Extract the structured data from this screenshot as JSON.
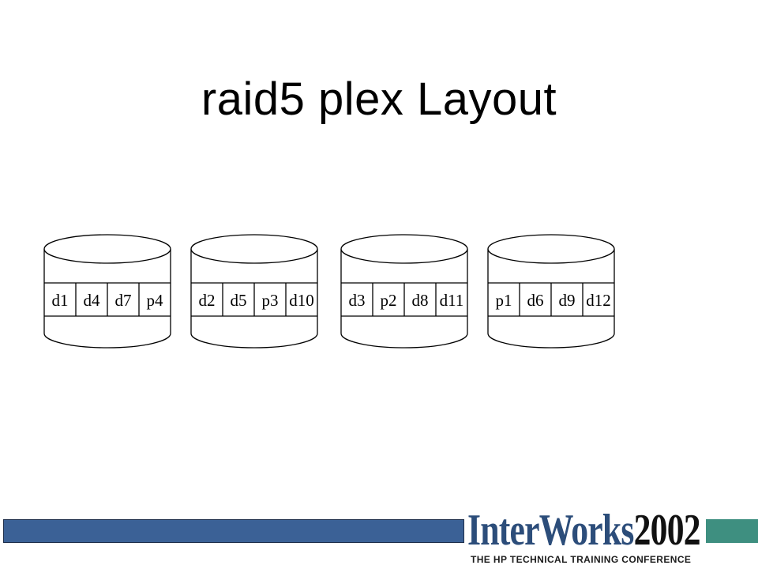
{
  "slide": {
    "title": "raid5 plex Layout"
  },
  "disks": [
    {
      "segments": [
        "d1",
        "d4",
        "d7",
        "p4"
      ]
    },
    {
      "segments": [
        "d2",
        "d5",
        "p3",
        "d10"
      ]
    },
    {
      "segments": [
        "d3",
        "p2",
        "d8",
        "d11"
      ]
    },
    {
      "segments": [
        "p1",
        "d6",
        "d9",
        "d12"
      ]
    }
  ],
  "footer": {
    "logo_main": "InterWorks",
    "logo_year": "2002",
    "logo_sub": "THE HP TECHNICAL TRAINING CONFERENCE",
    "colors": {
      "bar_blue": "#3b6196",
      "bar_green": "#3e8f80",
      "logo_blue": "#2c4d7a"
    }
  }
}
